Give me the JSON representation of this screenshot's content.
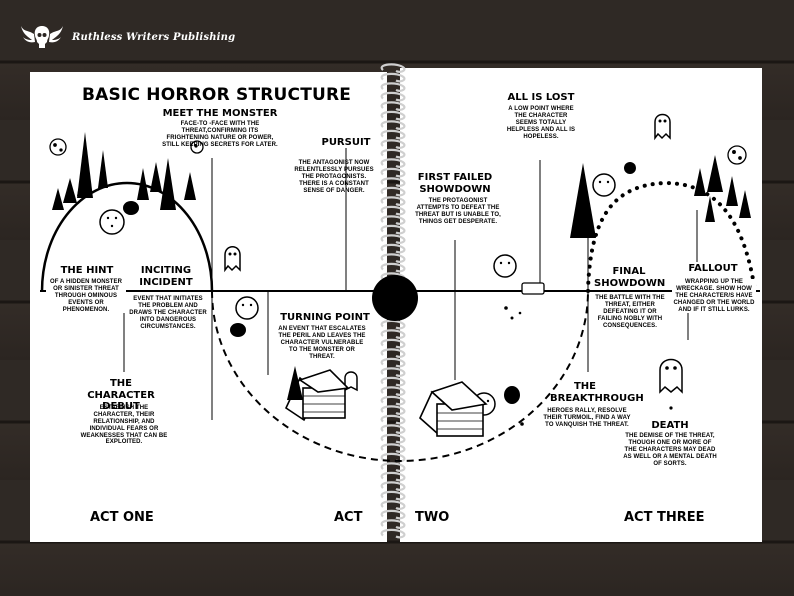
{
  "brand": {
    "name": "Ruthless Writers Publishing",
    "logo_icon": "winged-skull-icon"
  },
  "title": "BASIC HORROR STRUCTURE",
  "beats": {
    "meet_monster": {
      "heading": "MEET THE MONSTER",
      "text": "FACE-TO -FACE WITH THE THREAT,CONFIRMING ITS FRIGHTENING NATURE OR POWER, STILL KEEPING SECRETS FOR LATER."
    },
    "pursuit": {
      "heading": "PURSUIT",
      "text": "THE ANTAGONIST NOW RELENTLESSLY PURSUES THE PROTAGONISTS. THERE IS A CONSTANT SENSE OF DANGER."
    },
    "hint": {
      "heading": "THE HINT",
      "text": "OF A HIDDEN MONSTER OR SINISTER THREAT THROUGH OMINOUS EVENTS OR PHENOMENON."
    },
    "inciting": {
      "heading": "INCITING INCIDENT",
      "text": "EVENT THAT INITIATES THE PROBLEM AND DRAWS THE CHARACTER INTO DANGEROUS CIRCUMSTANCES."
    },
    "turning": {
      "heading": "TURNING POINT",
      "text": "AN EVENT THAT ESCALATES THE PERIL AND LEAVES THE CHARACTER VULNERABLE TO THE MONSTER OR THREAT."
    },
    "debut": {
      "heading": "THE CHARACTER DEBUT",
      "text": "ESTABLISH THE CHARACTER, THEIR RELATIONSHIP, AND INDIVIDUAL FEARS OR WEAKNESSES THAT CAN BE EXPLOITED."
    },
    "all_lost": {
      "heading": "ALL IS LOST",
      "text": "A LOW POINT WHERE THE CHARACTER SEEMS TOTALLY HELPLESS AND ALL IS HOPELESS."
    },
    "first_failed": {
      "heading": "FIRST FAILED SHOWDOWN",
      "text": "THE PROTAGONIST ATTEMPTS TO DEFEAT THE THREAT BUT IS UNABLE TO, THINGS GET DESPERATE."
    },
    "final": {
      "heading": "FINAL SHOWDOWN",
      "text": "THE BATTLE WITH THE THREAT, EITHER DEFEATING IT OR FAILING NOBLY WITH CONSEQUENCES."
    },
    "fallout": {
      "heading": "FALLOUT",
      "text": "WRAPPING UP THE WRECKAGE. SHOW HOW THE CHARACTER/S HAVE CHANGED OR THE WORLD AND IF IT STILL LURKS."
    },
    "breakthrough": {
      "heading": "THE BREAKTHROUGH",
      "text": "HEROES RALLY, RESOLVE THEIR TURMOIL, FIND A WAY TO VANQUISH THE THREAT."
    },
    "death": {
      "heading": "DEATH",
      "text": "THE DEMISE OF THE THREAT, THOUGH ONE OR MORE OF THE CHARACTERS MAY DEAD AS WELL OR A MENTAL DEATH OF SORTS."
    }
  },
  "acts": {
    "one": "ACT ONE",
    "two_a": "ACT",
    "two_b": "TWO",
    "three": "ACT THREE"
  },
  "icons": [
    "tree-icon",
    "moon-icon",
    "ghost-icon",
    "cabin-icon",
    "spiral-binding-icon",
    "center-dot-icon"
  ]
}
